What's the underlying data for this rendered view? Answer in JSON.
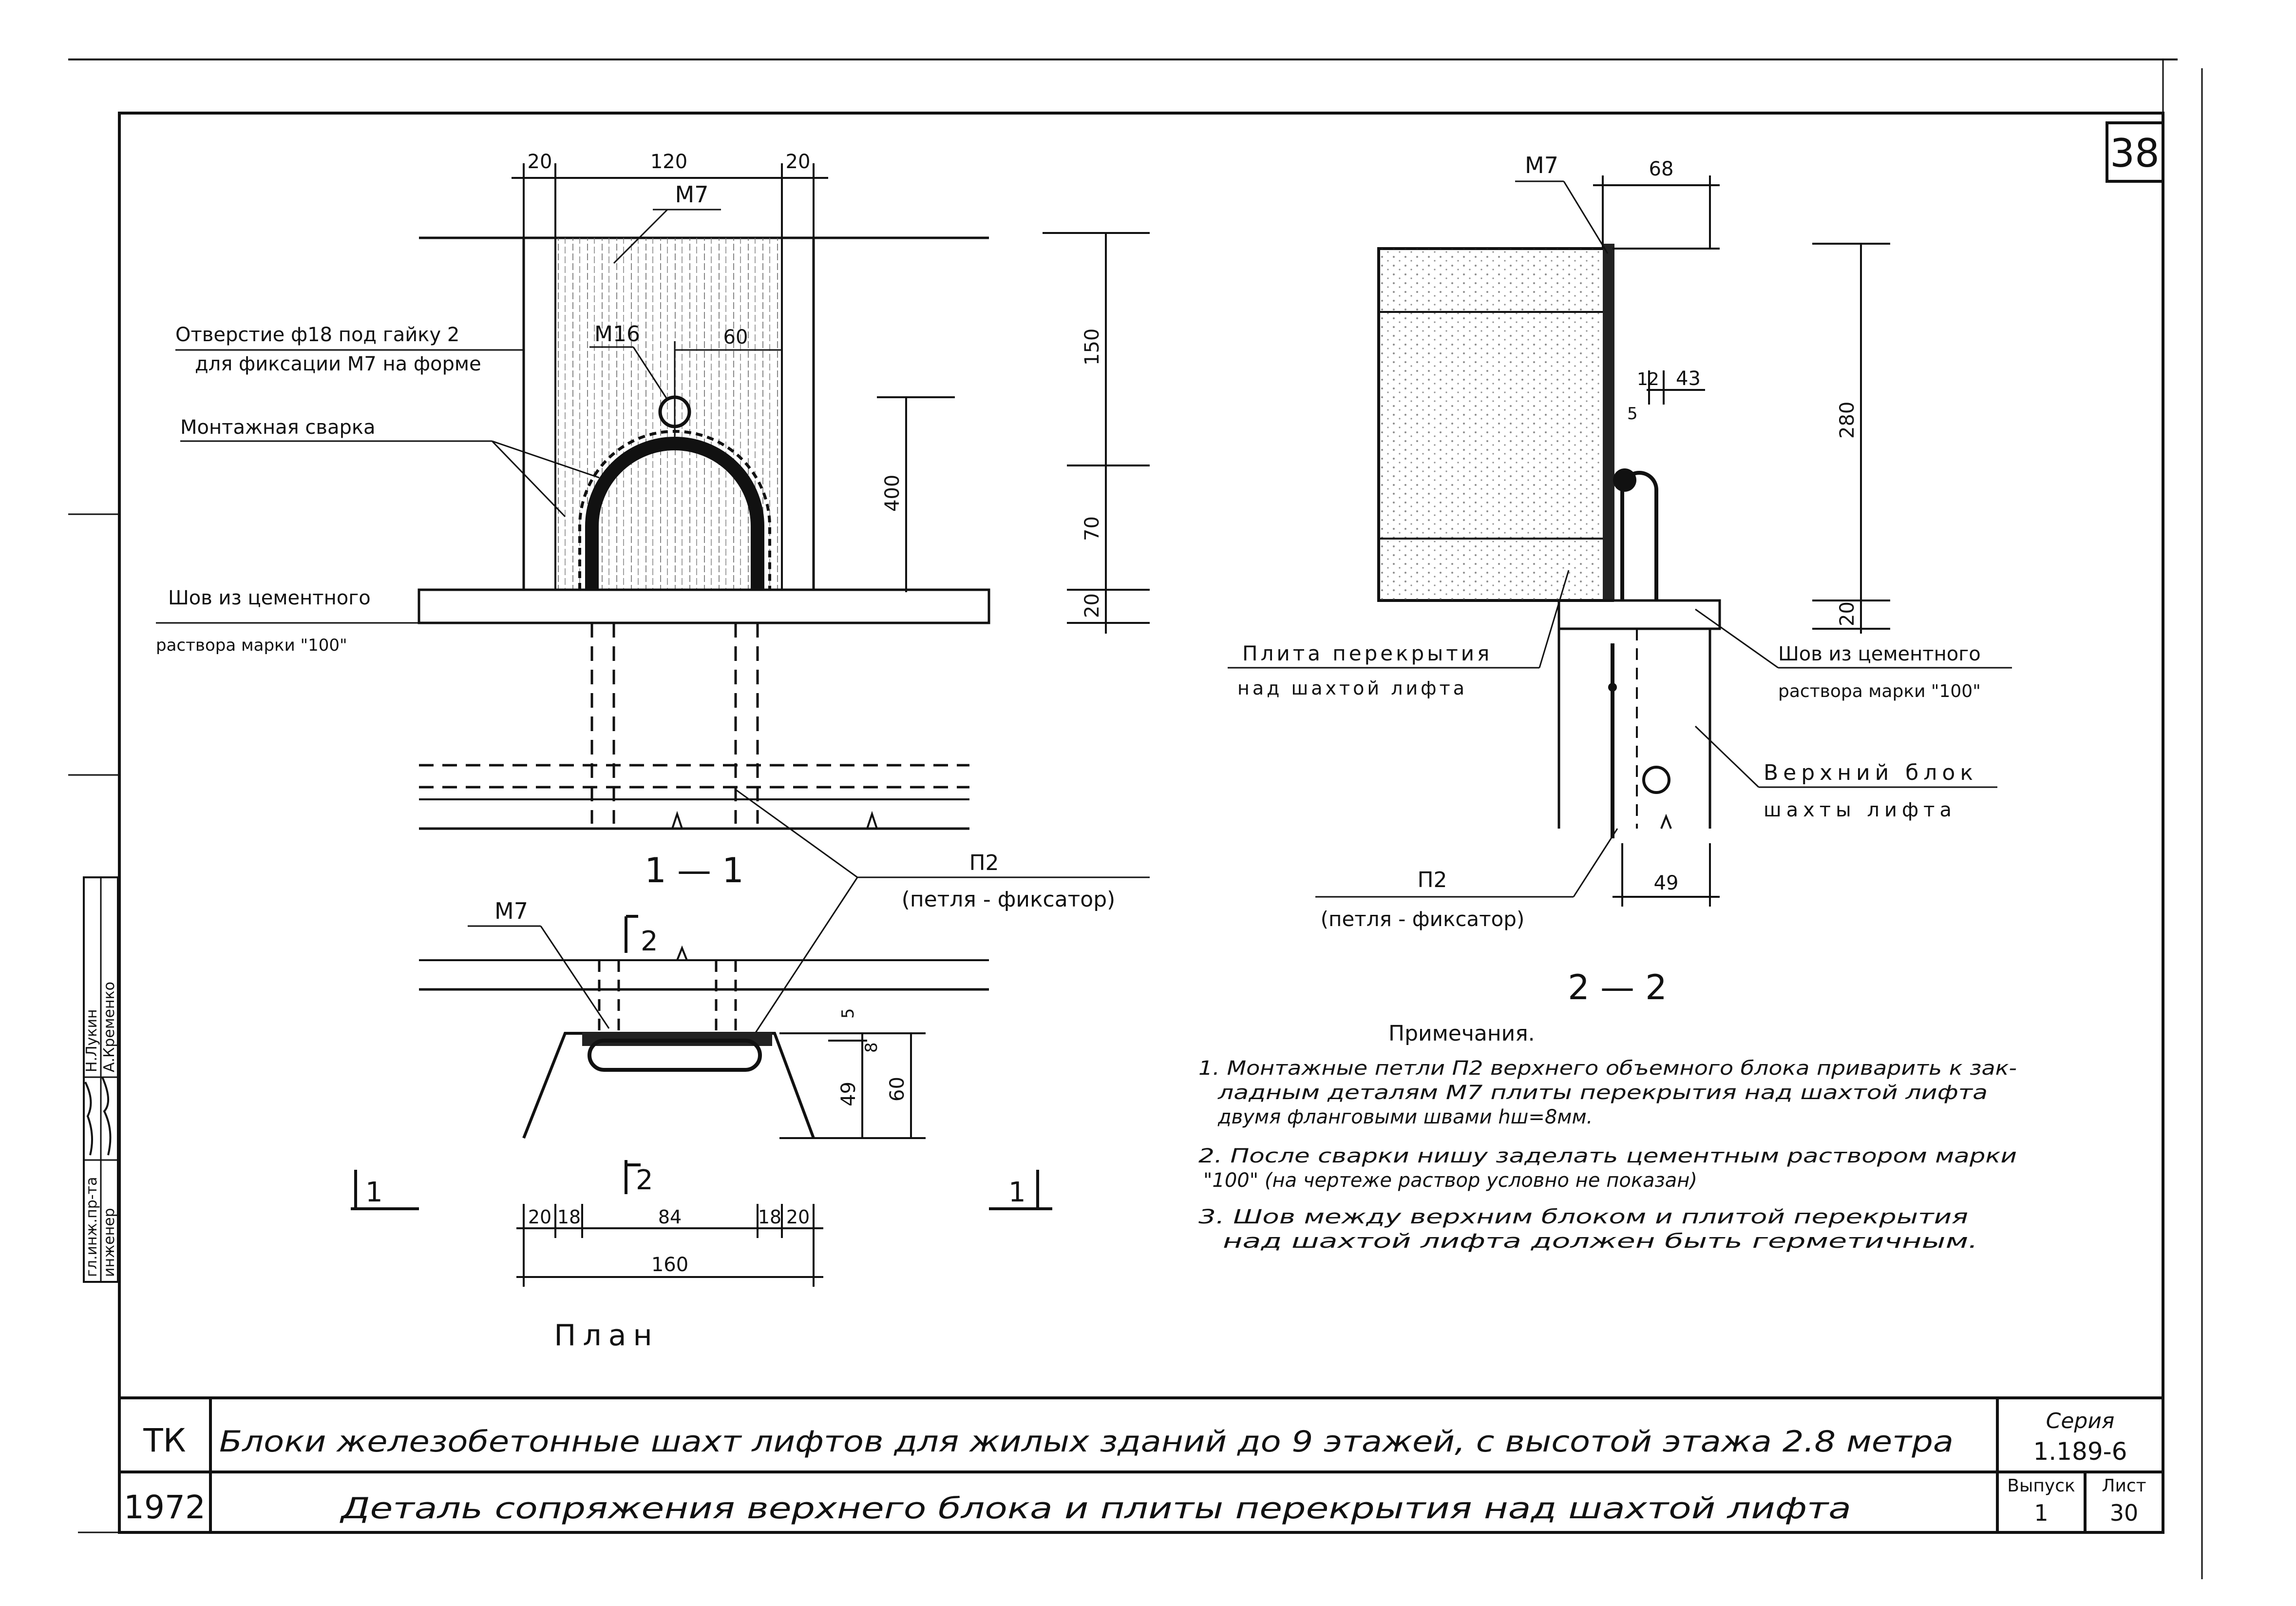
{
  "sheet": {
    "page_number": "38",
    "sheet_number": "30",
    "issue_number": "1",
    "series_label": "Серия",
    "series_value": "1.189-6",
    "issue_label": "Выпуск",
    "sheet_label": "Лист",
    "org_code": "ТК",
    "year": "1972",
    "title_main": "Блоки железобетонные шахт лифтов для жилых зданий до 9 этажей, с высотой этажа 2.8 метра",
    "title_sub": "Деталь сопряжения верхнего блока и плиты перекрытия над шахтой лифта"
  },
  "signatures": {
    "row1_role": "гл.инж.пр-та",
    "row1_name": "Н.Лукин",
    "row2_role": "инженер",
    "row2_name": "А.Кременко"
  },
  "section_1_1": {
    "title": "1 — 1",
    "dims_top": [
      "20",
      "120",
      "20"
    ],
    "dim_60": "60",
    "dim_150": "150",
    "dim_400": "400",
    "dim_70": "70",
    "dim_20": "20",
    "label_M7": "М7",
    "label_M16": "М16",
    "note_hole_1": "Отверстие ф18 под гайку 2",
    "note_hole_2": "для фиксации М7 на форме",
    "note_weld": "Монтажная сварка",
    "note_seam_1": "Шов из цементного",
    "note_seam_2": "раствора марки \"100\""
  },
  "plan": {
    "title": "План",
    "label_M7": "М7",
    "cut_2": "2",
    "cut_1": "1",
    "dims_bottom": [
      "20",
      "18",
      "84",
      "18",
      "20"
    ],
    "dim_total": "160",
    "dim_5": "5",
    "dim_8": "8",
    "dim_49": "49",
    "dim_60": "60"
  },
  "loop": {
    "name": "П2",
    "desc": "(петля - фиксатор)"
  },
  "section_2_2": {
    "title": "2 — 2",
    "label_M7": "М7",
    "dim_68": "68",
    "dim_12": "12",
    "dim_43": "43",
    "dim_5": "5",
    "dim_280": "280",
    "dim_20": "20",
    "dim_49": "49",
    "slab_1": "Плита перекрытия",
    "slab_2": "над шахтой лифта",
    "seam_1": "Шов из цементного",
    "seam_2": "раствора марки \"100\"",
    "block_1": "Верхний блок",
    "block_2": "шахты лифта",
    "loop_name": "П2",
    "loop_desc": "(петля - фиксатор)"
  },
  "notes": {
    "heading": "Примечания.",
    "n1_l1": "1. Монтажные петли П2 верхнего объемного блока приварить к зак-",
    "n1_l2": "ладным деталям М7 плиты перекрытия над шахтой лифта",
    "n1_l3": "двумя фланговыми швами  hш=8мм.",
    "n2_l1": "2. После сварки нишу заделать цементным раствором марки",
    "n2_l2": "\"100\" (на чертеже раствор условно не показан)",
    "n3_l1": "3. Шов между верхним блоком и плитой перекрытия",
    "n3_l2": "над шахтой лифта должен быть герметичным."
  }
}
